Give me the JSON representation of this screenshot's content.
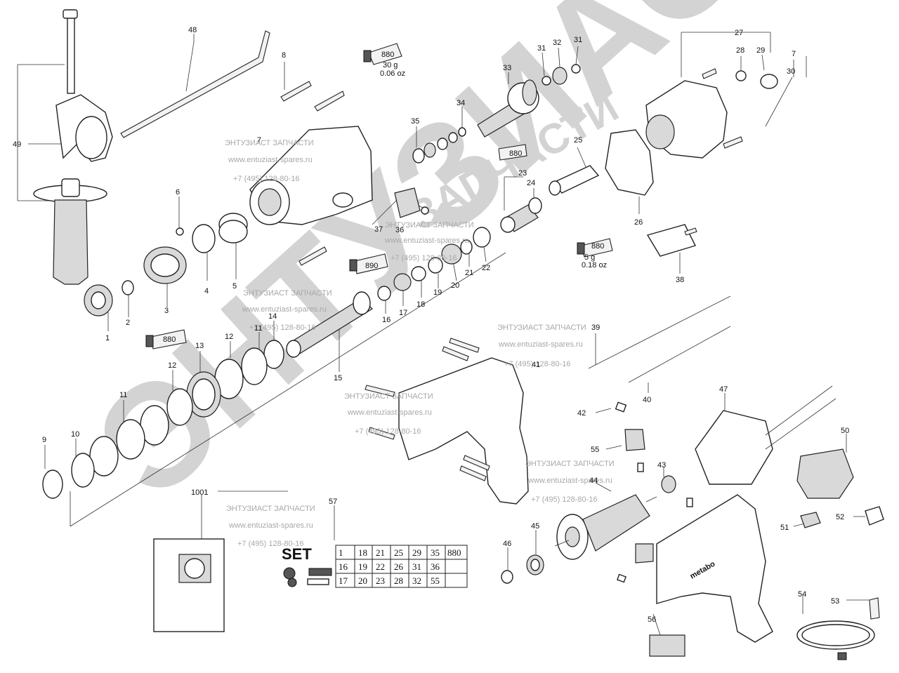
{
  "labels": [
    "1",
    "2",
    "3",
    "4",
    "5",
    "6",
    "7",
    "7",
    "8",
    "9",
    "10",
    "11",
    "11",
    "12",
    "12",
    "13",
    "14",
    "15",
    "16",
    "17",
    "18",
    "19",
    "20",
    "21",
    "22",
    "23",
    "24",
    "25",
    "26",
    "27",
    "28",
    "29",
    "30",
    "31",
    "31",
    "32",
    "33",
    "34",
    "35",
    "36",
    "37",
    "38",
    "39",
    "40",
    "41",
    "42",
    "43",
    "44",
    "45",
    "46",
    "47",
    "48",
    "49",
    "50",
    "51",
    "52",
    "53",
    "54",
    "55",
    "56",
    "57",
    "1001"
  ],
  "grease": {
    "tube_880": "880",
    "tube_890": "890",
    "tube_880_weight": "30 g",
    "tube_880_oz": "0.06 oz",
    "tube_small_weight": "5 g",
    "tube_small_oz": "0.18 oz"
  },
  "watermark": {
    "company": "ЭНТУЗИАСТ ЗАПЧАСТИ",
    "site": "www.entuziast-spares.ru",
    "phone": "+7 (495) 128-80-16",
    "big_text": "ЭНТУЗИАСТ",
    "arc_text": "ЗАПЧАСТИ"
  },
  "set_table": {
    "title": "SET",
    "rows": [
      [
        "1",
        "18",
        "21",
        "25",
        "29",
        "35",
        "880"
      ],
      [
        "16",
        "19",
        "22",
        "26",
        "31",
        "36",
        ""
      ],
      [
        "17",
        "20",
        "23",
        "28",
        "32",
        "55",
        ""
      ]
    ]
  },
  "brand": "metabo",
  "colors": {
    "line": "#222222",
    "watermark": "#cfcfcf"
  }
}
